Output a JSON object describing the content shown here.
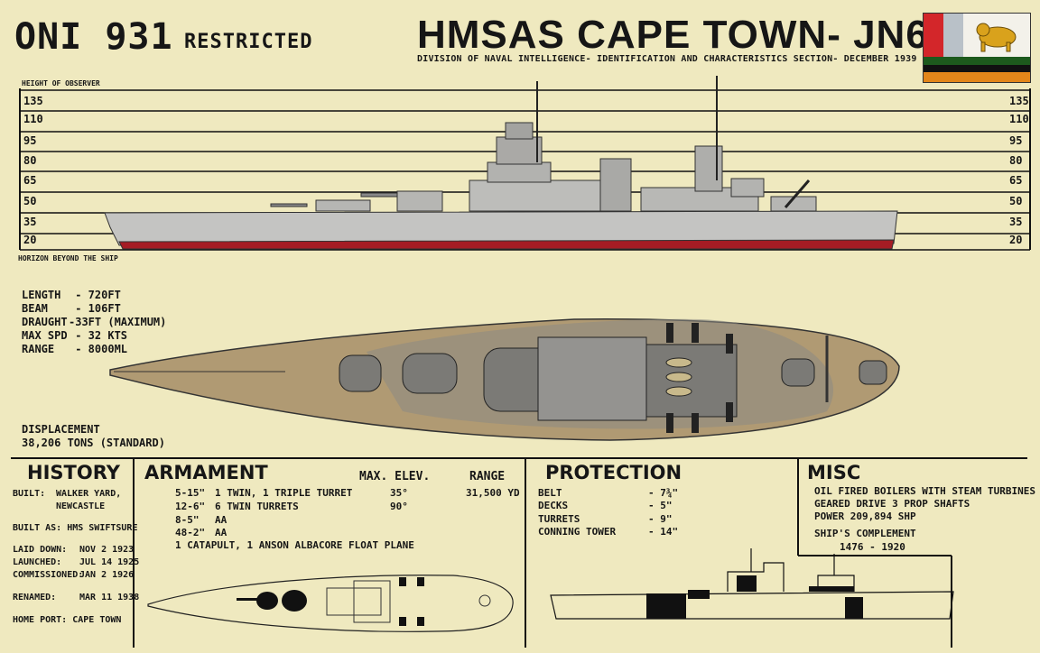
{
  "header": {
    "doc_code": "ONI 931",
    "classification": "RESTRICTED",
    "title": "HMSAS CAPE TOWN- JN6",
    "subtitle": "DIVISION OF NAVAL INTELLIGENCE- IDENTIFICATION AND CHARACTERISTICS SECTION- DECEMBER 1939"
  },
  "profile": {
    "top_label": "HEIGHT OF OBSERVER",
    "bottom_label": "HORIZON BEYOND THE SHIP",
    "heights": [
      "135",
      "110",
      "95",
      "80",
      "65",
      "50",
      "35",
      "20"
    ]
  },
  "specs": {
    "length_k": "LENGTH",
    "length_v": "- 720FT",
    "beam_k": "BEAM",
    "beam_v": "- 106FT",
    "draught_k": "DRAUGHT",
    "draught_v": "-33FT (MAXIMUM)",
    "speed_k": "MAX SPD",
    "speed_v": "- 32 KTS",
    "range_k": "RANGE",
    "range_v": "- 8000ML",
    "displacement_label": "DISPLACEMENT",
    "displacement_value": "38,206 TONS (STANDARD)"
  },
  "history": {
    "title": "HISTORY",
    "built_label": "BUILT:",
    "built_value_1": "WALKER YARD,",
    "built_value_2": "NEWCASTLE",
    "built_as": "BUILT AS: HMS SWIFTSURE",
    "laid_down_label": "LAID DOWN:",
    "laid_down_value": "NOV 2 1923",
    "launched_label": "LAUNCHED:",
    "launched_value": "JUL 14 1925",
    "commissioned_label": "COMMISSIONED:",
    "commissioned_value": "JAN 2 1926",
    "renamed_label": "RENAMED:",
    "renamed_value": "MAR 11 1938",
    "home_port": "HOME PORT: CAPE TOWN"
  },
  "armament": {
    "title": "ARMAMENT",
    "elev_header": "MAX. ELEV.",
    "range_header": "RANGE",
    "rows": [
      {
        "cal": "5-15\"",
        "desc": "1 TWIN, 1 TRIPLE TURRET",
        "elev": "35°",
        "range": "31,500 YD"
      },
      {
        "cal": "12-6\"",
        "desc": "6 TWIN TURRETS",
        "elev": "90°",
        "range": ""
      },
      {
        "cal": "8-5\"",
        "desc": "AA",
        "elev": "",
        "range": ""
      },
      {
        "cal": "48-2\"",
        "desc": "AA",
        "elev": "",
        "range": ""
      }
    ],
    "aircraft": "1 CATAPULT, 1 ANSON ALBACORE FLOAT PLANE"
  },
  "protection": {
    "title": "PROTECTION",
    "rows": [
      {
        "k": "BELT",
        "v": "- 7¾\""
      },
      {
        "k": "DECKS",
        "v": "- 5\""
      },
      {
        "k": "TURRETS",
        "v": "- 9\""
      },
      {
        "k": "CONNING TOWER",
        "v": "- 14\""
      }
    ]
  },
  "misc": {
    "title": "MISC",
    "line1": "OIL FIRED BOILERS WITH STEAM TURBINES",
    "line2": "GEARED DRIVE 3 PROP SHAFTS",
    "line3": "POWER 209,894 SHP",
    "complement_label": "SHIP'S COMPLEMENT",
    "complement_value": "1476 - 1920"
  },
  "colors": {
    "paper": "#efe9bf",
    "hull_grey": "#c4c4c2",
    "boot_red": "#a51c24",
    "deck_tan": "#b09a73"
  }
}
